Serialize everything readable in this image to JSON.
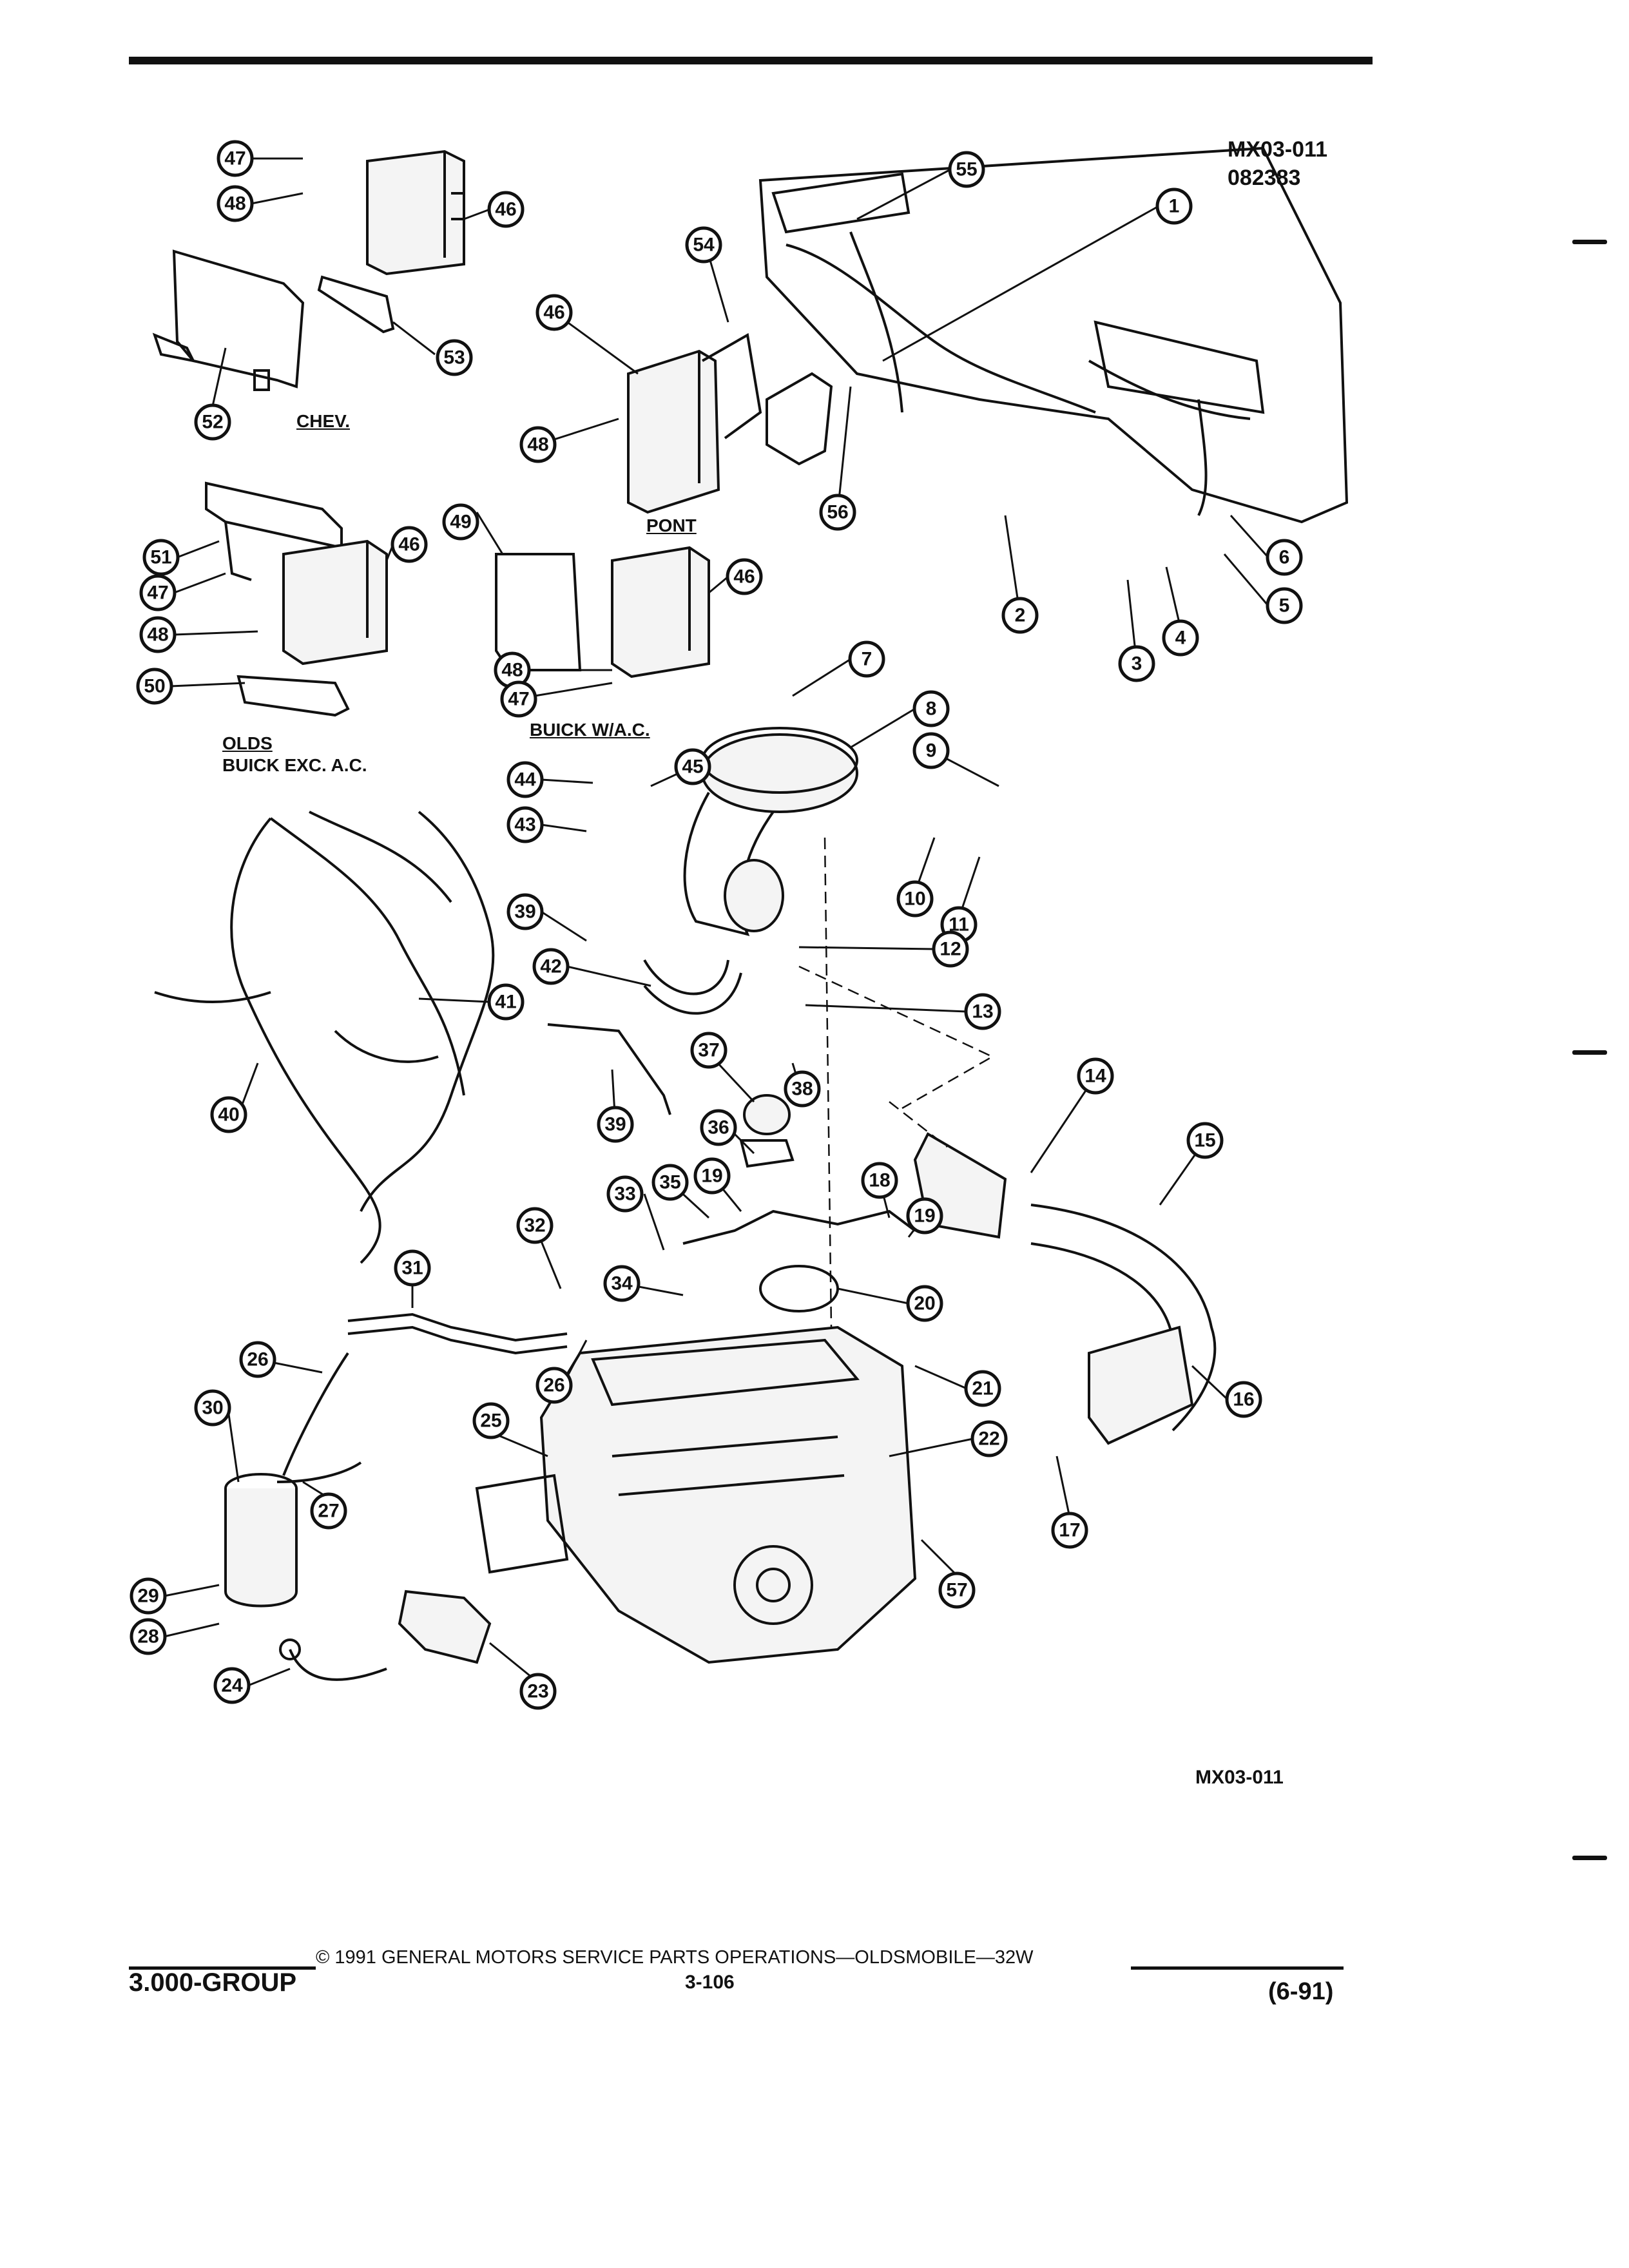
{
  "diagram": {
    "ids": [
      "MX03-011",
      "082383"
    ],
    "figure_code": "MX03-011",
    "sections": {
      "chev": "CHEV.",
      "pont": "PONT",
      "olds": "OLDS",
      "buick_exc_ac": "BUICK EXC. A.C.",
      "buick_wac": "BUICK W/A.C."
    },
    "callouts": [
      {
        "n": "47"
      },
      {
        "n": "48"
      },
      {
        "n": "46"
      },
      {
        "n": "53"
      },
      {
        "n": "52"
      },
      {
        "n": "55"
      },
      {
        "n": "1"
      },
      {
        "n": "54"
      },
      {
        "n": "46"
      },
      {
        "n": "48"
      },
      {
        "n": "56"
      },
      {
        "n": "51"
      },
      {
        "n": "47"
      },
      {
        "n": "48"
      },
      {
        "n": "46"
      },
      {
        "n": "49"
      },
      {
        "n": "46"
      },
      {
        "n": "50"
      },
      {
        "n": "48"
      },
      {
        "n": "47"
      },
      {
        "n": "6"
      },
      {
        "n": "5"
      },
      {
        "n": "4"
      },
      {
        "n": "3"
      },
      {
        "n": "2"
      },
      {
        "n": "7"
      },
      {
        "n": "8"
      },
      {
        "n": "9"
      },
      {
        "n": "10"
      },
      {
        "n": "11"
      },
      {
        "n": "44"
      },
      {
        "n": "45"
      },
      {
        "n": "43"
      },
      {
        "n": "39"
      },
      {
        "n": "12"
      },
      {
        "n": "42"
      },
      {
        "n": "13"
      },
      {
        "n": "41"
      },
      {
        "n": "37"
      },
      {
        "n": "38"
      },
      {
        "n": "14"
      },
      {
        "n": "40"
      },
      {
        "n": "39"
      },
      {
        "n": "36"
      },
      {
        "n": "15"
      },
      {
        "n": "33"
      },
      {
        "n": "35"
      },
      {
        "n": "19"
      },
      {
        "n": "18"
      },
      {
        "n": "19"
      },
      {
        "n": "32"
      },
      {
        "n": "31"
      },
      {
        "n": "34"
      },
      {
        "n": "20"
      },
      {
        "n": "26"
      },
      {
        "n": "26"
      },
      {
        "n": "21"
      },
      {
        "n": "16"
      },
      {
        "n": "30"
      },
      {
        "n": "25"
      },
      {
        "n": "22"
      },
      {
        "n": "27"
      },
      {
        "n": "17"
      },
      {
        "n": "57"
      },
      {
        "n": "29"
      },
      {
        "n": "28"
      },
      {
        "n": "24"
      },
      {
        "n": "23"
      }
    ]
  },
  "footer": {
    "group": "3.000-GROUP",
    "copyright": "© 1991 GENERAL MOTORS SERVICE PARTS OPERATIONS—OLDSMOBILE—32W",
    "page": "3-106",
    "date": "(6-91)"
  }
}
